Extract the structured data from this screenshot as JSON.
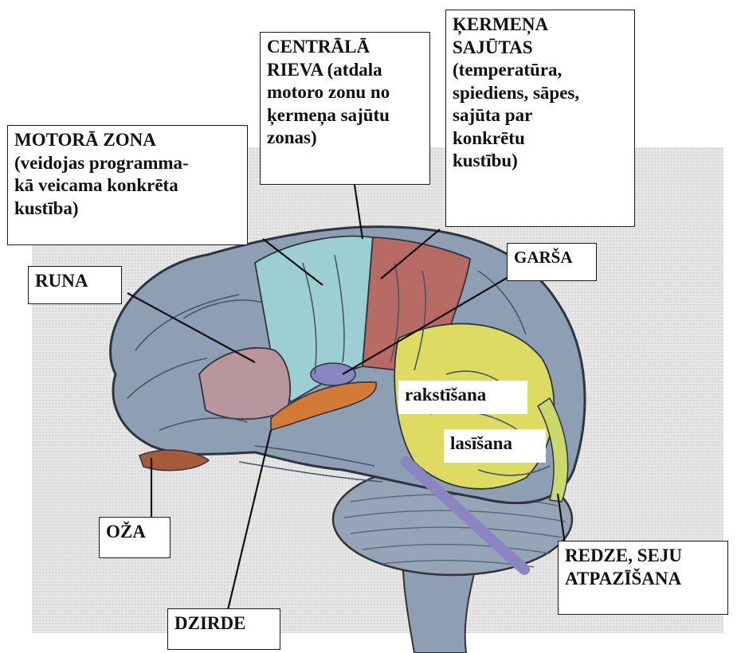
{
  "diagram": {
    "labels": {
      "central_sulcus": "CENTRĀLĀ\nRIEVA (atdala\nmotoro zonu no\nķermeņa sajūtu\nzonas)",
      "body_sensation": "ĶERMEŅA\nSAJŪTAS\n(temperatūra,\nspiediens, sāpes,\nsajūta par\nkonkrētu\nkustību)",
      "motor_zone": "MOTORĀ ZONA\n(veidojas programma-\nkā veicama konkrēta\nkustība)",
      "speech": "RUNA",
      "taste": "GARŠA",
      "writing": "rakstīšana",
      "reading": "lasīšana",
      "smell": "OŽA",
      "vision": "REDZE, SEJU\nATPAZĪŠANA",
      "hearing": "DZIRDE"
    },
    "colors": {
      "brain_base": "#8f9fb3",
      "motor": "#9ccfd2",
      "sensory": "#b86a64",
      "speech": "#b9969d",
      "hearing": "#d27a36",
      "language": "#dedb63",
      "olfactory": "#a65c3a",
      "vision": "#c9d96b",
      "taste": "#8a86c2"
    }
  }
}
